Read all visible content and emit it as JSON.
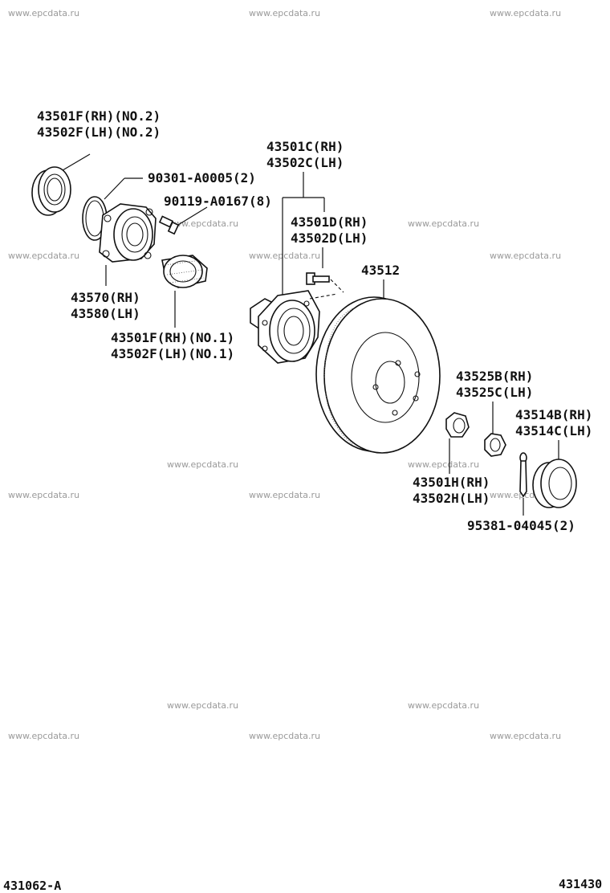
{
  "watermark": "www.epcdata.ru",
  "labels": {
    "outer_seal_rh": "43501F(RH)(NO.2)",
    "outer_seal_lh": "43502F(LH)(NO.2)",
    "o_ring": "90301-A0005(2)",
    "bolt_small": "90119-A0167(8)",
    "hub_rh": "43570(RH)",
    "hub_lh": "43580(LH)",
    "inner_seal_rh": "43501F(RH)(NO.1)",
    "inner_seal_lh": "43502F(LH)(NO.1)",
    "axle_hub_rh": "43501C(RH)",
    "axle_hub_lh": "43502C(LH)",
    "hub_bolt_rh": "43501D(RH)",
    "hub_bolt_lh": "43502D(LH)",
    "disc": "43512",
    "nut_lock_rh": "43525B(RH)",
    "nut_lock_lh": "43525C(LH)",
    "grease_cap_rh": "43514B(RH)",
    "grease_cap_lh": "43514C(LH)",
    "nut_rh": "43501H(RH)",
    "nut_lh": "43502H(LH)",
    "cotter_pin": "95381-04045(2)"
  },
  "footer": {
    "left_code": "431062-A",
    "right_code": "431430"
  }
}
